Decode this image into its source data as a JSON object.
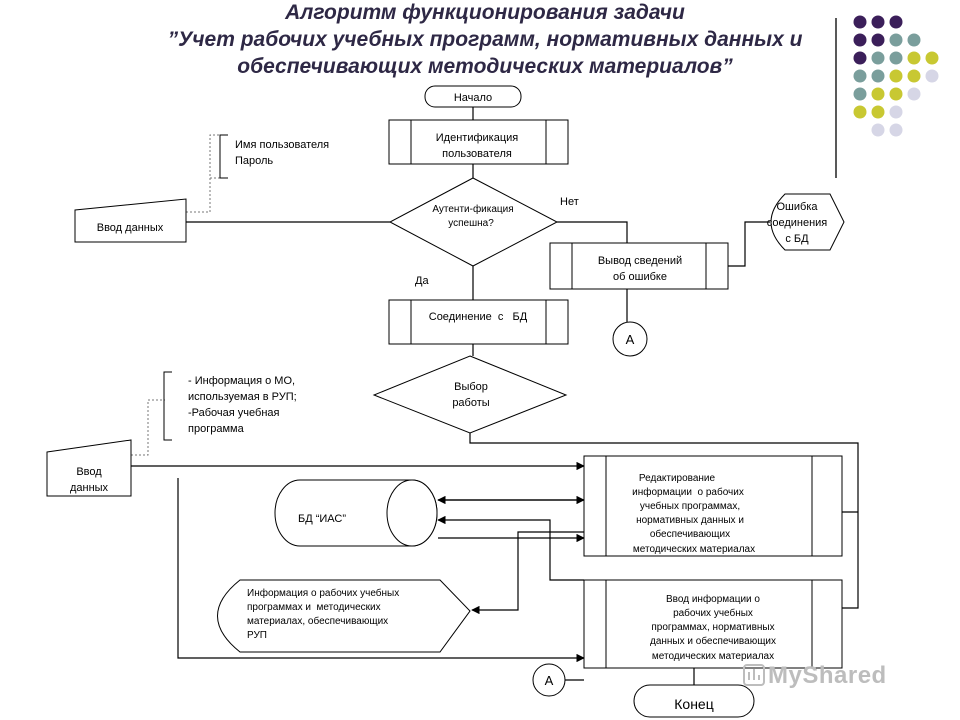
{
  "title": {
    "line1": "Алгоритм функционирования задачи",
    "line2": "”Учет рабочих учебных программ, нормативных данных и",
    "line3": "обеспечивающих методических материалов”"
  },
  "nodes": {
    "start": "Начало",
    "identification": [
      "Идентификация",
      "пользователя"
    ],
    "login_note": [
      "Имя пользователя",
      "Пароль"
    ],
    "input1": "Ввод данных",
    "auth_decision": [
      "Аутенти-фикация",
      "успешна?"
    ],
    "no_label": "Нет",
    "yes_label": "Да",
    "error_output": [
      "Вывод сведений",
      "об ошибке"
    ],
    "error_display": [
      "Ошибка",
      "соединения",
      "с БД"
    ],
    "db_connect": "Соединение  с   БД",
    "connector_a1": "А",
    "choose_work": [
      "Выбор",
      "работы"
    ],
    "info_note": [
      "- Информация о МО,",
      "используемая в РУП;",
      "-Рабочая учебная",
      "программа"
    ],
    "input2": [
      "Ввод",
      "данных"
    ],
    "edit_process": [
      "Редактирование",
      "информации  о рабочих",
      "учебных программах,",
      "нормативных данных и",
      "обеспечивающих",
      "методических материалах"
    ],
    "db_ias": "БД “ИАС”",
    "info_display": [
      "Информация о рабочих учебных",
      "программах и  методических",
      "материалах, обеспечивающих",
      "РУП"
    ],
    "input_process": [
      "Ввод информации о",
      "рабочих учебных",
      "программах, нормативных",
      "данных и обеспечивающих",
      "методических материалах"
    ],
    "connector_a2": "А",
    "end": "Конец"
  },
  "watermark": "MyShared",
  "decoration": {
    "dot_colors": {
      "purple": "#3b1f5a",
      "teal": "#7a9e9c",
      "yellow": "#c8c832",
      "lavender": "#d6d6e6"
    },
    "dot_grid": [
      [
        "purple",
        "purple",
        "purple",
        "",
        ""
      ],
      [
        "purple",
        "purple",
        "teal",
        "teal",
        ""
      ],
      [
        "purple",
        "teal",
        "teal",
        "yellow",
        "yellow"
      ],
      [
        "teal",
        "teal",
        "yellow",
        "yellow",
        "lavender"
      ],
      [
        "teal",
        "yellow",
        "yellow",
        "lavender",
        ""
      ],
      [
        "yellow",
        "yellow",
        "lavender",
        "",
        ""
      ],
      [
        "",
        "lavender",
        "lavender",
        "",
        ""
      ]
    ]
  }
}
